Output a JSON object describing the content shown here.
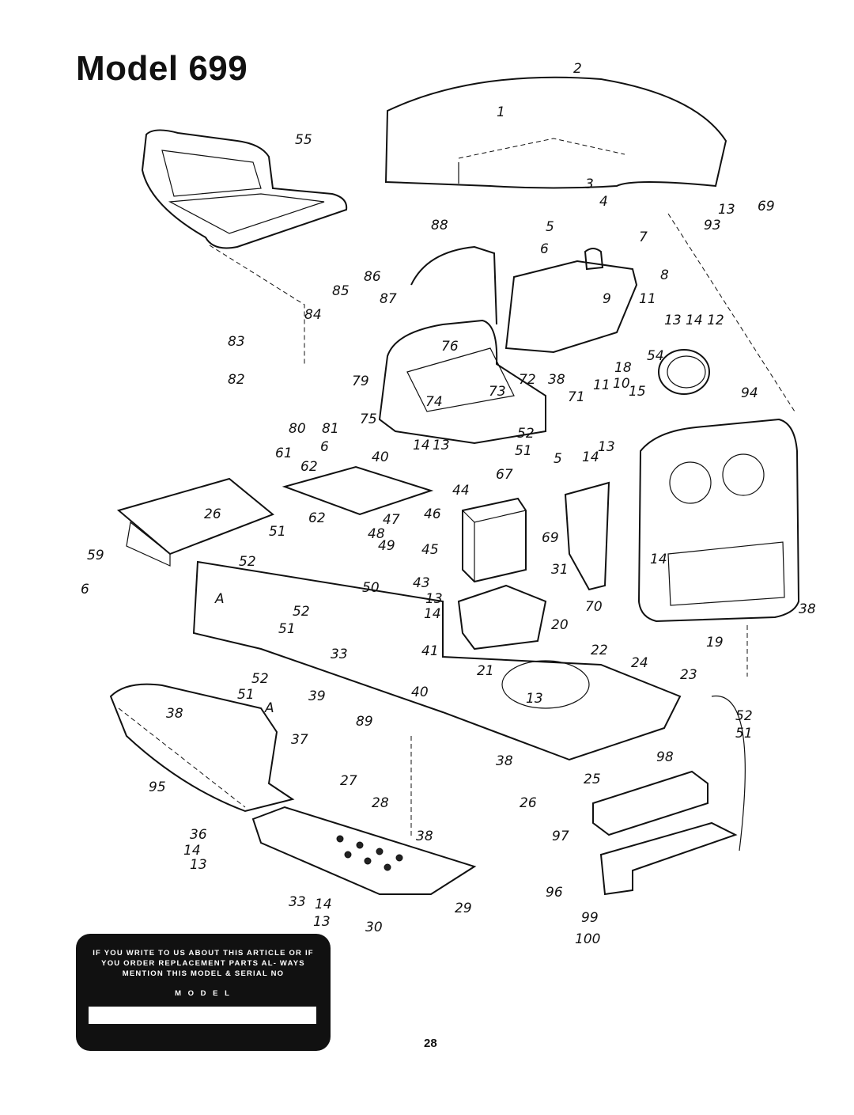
{
  "page": {
    "title": "Model 699",
    "page_number": "28"
  },
  "notice": {
    "text": "IF YOU WRITE TO US ABOUT THIS ARTICLE OR IF YOU ORDER REPLACEMENT PARTS AL- WAYS MENTION THIS MODEL & SERIAL NO",
    "model_label": "M O D E L",
    "serial_field_value": ""
  },
  "callouts": [
    {
      "id": "c2",
      "label": "2"
    },
    {
      "id": "c1",
      "label": "1"
    },
    {
      "id": "c55",
      "label": "55"
    },
    {
      "id": "c3",
      "label": "3"
    },
    {
      "id": "c4",
      "label": "4"
    },
    {
      "id": "c13a",
      "label": "13"
    },
    {
      "id": "c69a",
      "label": "69"
    },
    {
      "id": "c93",
      "label": "93"
    },
    {
      "id": "c88",
      "label": "88"
    },
    {
      "id": "c5a",
      "label": "5"
    },
    {
      "id": "c6a",
      "label": "6"
    },
    {
      "id": "c7",
      "label": "7"
    },
    {
      "id": "c8",
      "label": "8"
    },
    {
      "id": "c86",
      "label": "86"
    },
    {
      "id": "c85",
      "label": "85"
    },
    {
      "id": "c87",
      "label": "87"
    },
    {
      "id": "c9",
      "label": "9"
    },
    {
      "id": "c11a",
      "label": "11"
    },
    {
      "id": "c84",
      "label": "84"
    },
    {
      "id": "c131412",
      "label": "13 14 12"
    },
    {
      "id": "c83",
      "label": "83"
    },
    {
      "id": "c76",
      "label": "76"
    },
    {
      "id": "c54",
      "label": "54"
    },
    {
      "id": "c18",
      "label": "18"
    },
    {
      "id": "c82",
      "label": "82"
    },
    {
      "id": "c79",
      "label": "79"
    },
    {
      "id": "c72",
      "label": "72"
    },
    {
      "id": "c38a",
      "label": "38"
    },
    {
      "id": "c73",
      "label": "73"
    },
    {
      "id": "c11b",
      "label": "11"
    },
    {
      "id": "c10",
      "label": "10"
    },
    {
      "id": "c15",
      "label": "15"
    },
    {
      "id": "c74",
      "label": "74"
    },
    {
      "id": "c71",
      "label": "71"
    },
    {
      "id": "c80",
      "label": "80"
    },
    {
      "id": "c81",
      "label": "81"
    },
    {
      "id": "c75",
      "label": "75"
    },
    {
      "id": "c94",
      "label": "94"
    },
    {
      "id": "c52a",
      "label": "52"
    },
    {
      "id": "c14a",
      "label": "14"
    },
    {
      "id": "c13b",
      "label": "13"
    },
    {
      "id": "c61",
      "label": "61"
    },
    {
      "id": "c6b",
      "label": "6"
    },
    {
      "id": "c40a",
      "label": "40"
    },
    {
      "id": "c51a",
      "label": "51"
    },
    {
      "id": "c5b",
      "label": "5"
    },
    {
      "id": "c14b",
      "label": "14"
    },
    {
      "id": "c13c",
      "label": "13"
    },
    {
      "id": "c62a",
      "label": "62"
    },
    {
      "id": "c67",
      "label": "67"
    },
    {
      "id": "c44",
      "label": "44"
    },
    {
      "id": "c46",
      "label": "46"
    },
    {
      "id": "c26a",
      "label": "26"
    },
    {
      "id": "c62b",
      "label": "62"
    },
    {
      "id": "c47",
      "label": "47"
    },
    {
      "id": "c48",
      "label": "48"
    },
    {
      "id": "c51b",
      "label": "51"
    },
    {
      "id": "c49",
      "label": "49"
    },
    {
      "id": "c69b",
      "label": "69"
    },
    {
      "id": "c59",
      "label": "59"
    },
    {
      "id": "c45",
      "label": "45"
    },
    {
      "id": "c14c",
      "label": "14"
    },
    {
      "id": "c52b",
      "label": "52"
    },
    {
      "id": "c31",
      "label": "31"
    },
    {
      "id": "c6c",
      "label": "6"
    },
    {
      "id": "c50",
      "label": "50"
    },
    {
      "id": "c43",
      "label": "43"
    },
    {
      "id": "cA1",
      "label": "A"
    },
    {
      "id": "c13d",
      "label": "13"
    },
    {
      "id": "c70",
      "label": "70"
    },
    {
      "id": "c38b",
      "label": "38"
    },
    {
      "id": "c52c",
      "label": "52"
    },
    {
      "id": "c14d",
      "label": "14"
    },
    {
      "id": "c51c",
      "label": "51"
    },
    {
      "id": "c20",
      "label": "20"
    },
    {
      "id": "c19",
      "label": "19"
    },
    {
      "id": "c33a",
      "label": "33"
    },
    {
      "id": "c41",
      "label": "41"
    },
    {
      "id": "c22",
      "label": "22"
    },
    {
      "id": "c24",
      "label": "24"
    },
    {
      "id": "c52d",
      "label": "52"
    },
    {
      "id": "c21",
      "label": "21"
    },
    {
      "id": "c23",
      "label": "23"
    },
    {
      "id": "c51d",
      "label": "51"
    },
    {
      "id": "c39",
      "label": "39"
    },
    {
      "id": "c40b",
      "label": "40"
    },
    {
      "id": "c13e",
      "label": "13"
    },
    {
      "id": "cA2",
      "label": "A"
    },
    {
      "id": "c38c",
      "label": "38"
    },
    {
      "id": "c89",
      "label": "89"
    },
    {
      "id": "c52e",
      "label": "52"
    },
    {
      "id": "c51e",
      "label": "51"
    },
    {
      "id": "c37",
      "label": "37"
    },
    {
      "id": "c98",
      "label": "98"
    },
    {
      "id": "c38d",
      "label": "38"
    },
    {
      "id": "c25",
      "label": "25"
    },
    {
      "id": "c27",
      "label": "27"
    },
    {
      "id": "c95",
      "label": "95"
    },
    {
      "id": "c26b",
      "label": "26"
    },
    {
      "id": "c28",
      "label": "28"
    },
    {
      "id": "c36",
      "label": "36"
    },
    {
      "id": "c38e",
      "label": "38"
    },
    {
      "id": "c97",
      "label": "97"
    },
    {
      "id": "c14e",
      "label": "14"
    },
    {
      "id": "c13f",
      "label": "13"
    },
    {
      "id": "c96",
      "label": "96"
    },
    {
      "id": "c33b",
      "label": "33"
    },
    {
      "id": "c29",
      "label": "29"
    },
    {
      "id": "c14f",
      "label": "14"
    },
    {
      "id": "c99",
      "label": "99"
    },
    {
      "id": "c13g",
      "label": "13"
    },
    {
      "id": "c30",
      "label": "30"
    },
    {
      "id": "c100",
      "label": "100"
    }
  ]
}
